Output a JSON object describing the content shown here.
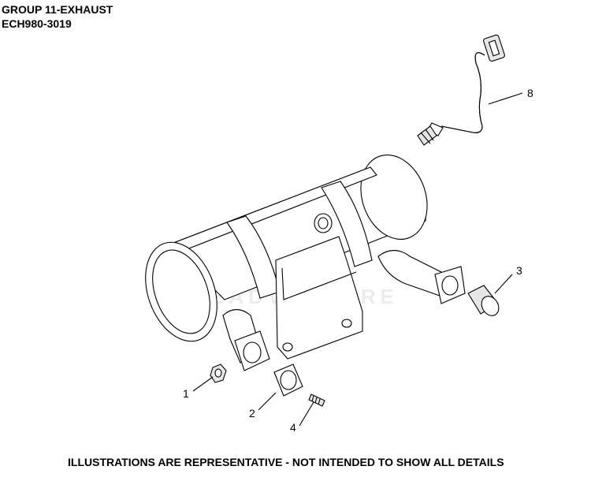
{
  "header": {
    "group_title": "GROUP 11-EXHAUST",
    "part_number": "ECH980-3019"
  },
  "callouts": {
    "c1": "1",
    "c2": "2",
    "c3": "3",
    "c4": "4",
    "c8": "8"
  },
  "watermark": {
    "text": "LEADVENTURE"
  },
  "footer": {
    "disclaimer": "ILLUSTRATIONS ARE REPRESENTATIVE - NOT INTENDED TO SHOW ALL DETAILS"
  }
}
